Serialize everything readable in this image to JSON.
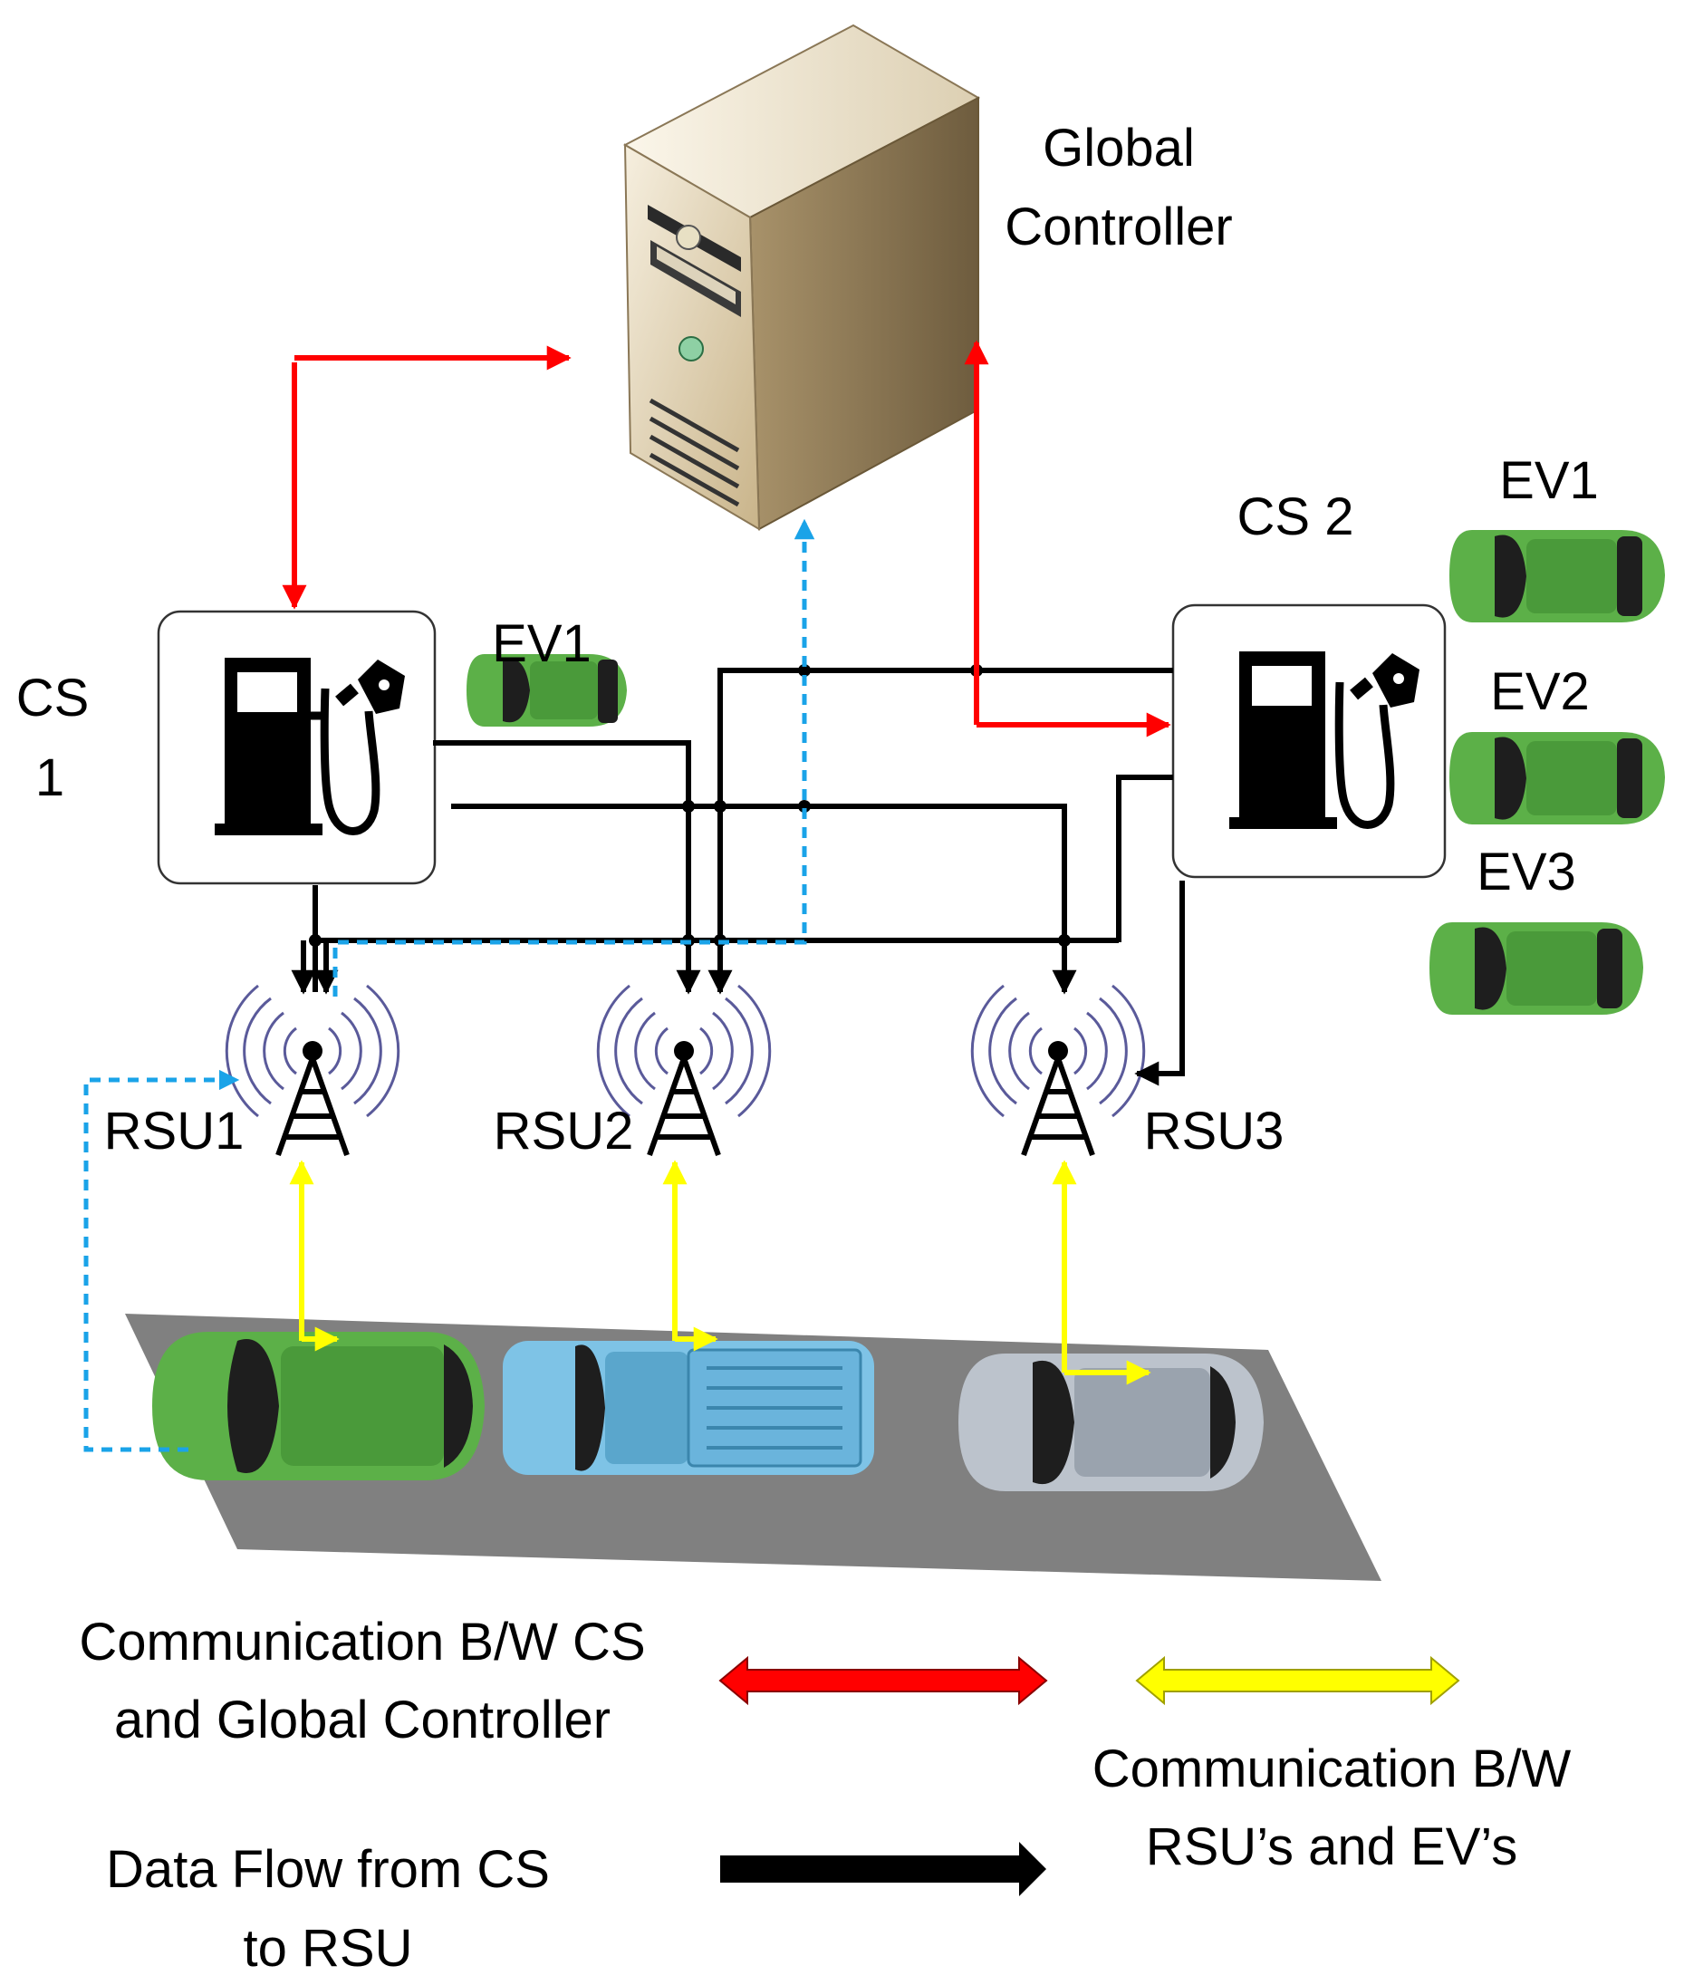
{
  "labels": {
    "global_controller_line1": "Global",
    "global_controller_line2": "Controller",
    "cs1_line1": "CS",
    "cs1_line2": "1",
    "cs2": "CS 2",
    "ev1_near_cs1": "EV1",
    "ev1": "EV1",
    "ev2": "EV2",
    "ev3": "EV3",
    "rsu1": "RSU1",
    "rsu2": "RSU2",
    "rsu3": "RSU3"
  },
  "legend": {
    "red_line1": "Communication B/W CS",
    "red_line2": "and Global Controller",
    "yellow_line1": "Communication B/W",
    "yellow_line2": "RSU’s and EV’s",
    "black_line1": "Data Flow from CS",
    "black_line2": "to RSU"
  },
  "colors": {
    "red": "#ff0000",
    "yellow": "#ffff00",
    "black": "#000000",
    "blue_dashed": "#1aa3e8",
    "road": "#808080",
    "green_car": "#5cb048",
    "blue_car": "#7ec3e6",
    "silver_car": "#bcc3cc"
  }
}
